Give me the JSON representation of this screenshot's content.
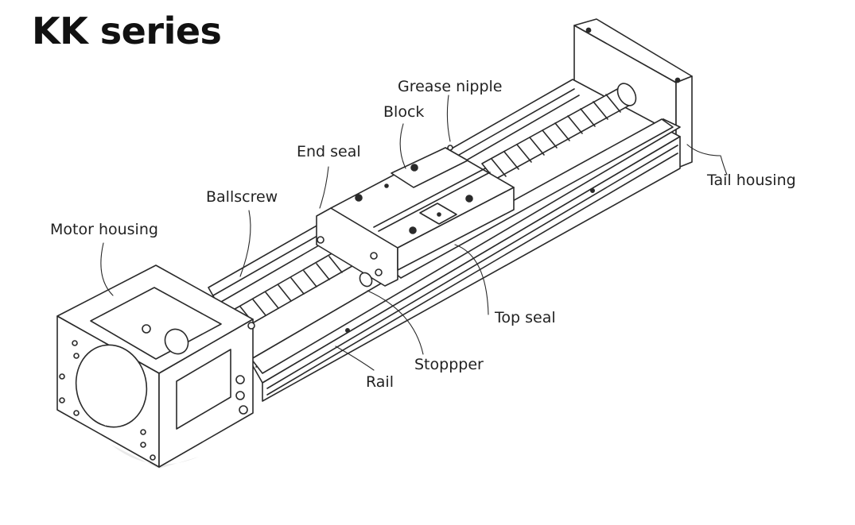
{
  "title": "KK series",
  "labels": {
    "grease_nipple": "Grease nipple",
    "block": "Block",
    "end_seal": "End seal",
    "ballscrew": "Ballscrew",
    "motor_housing": "Motor housing",
    "tail_housing": "Tail housing",
    "top_seal": "Top seal",
    "stopper": "Stoppper",
    "rail": "Rail"
  }
}
